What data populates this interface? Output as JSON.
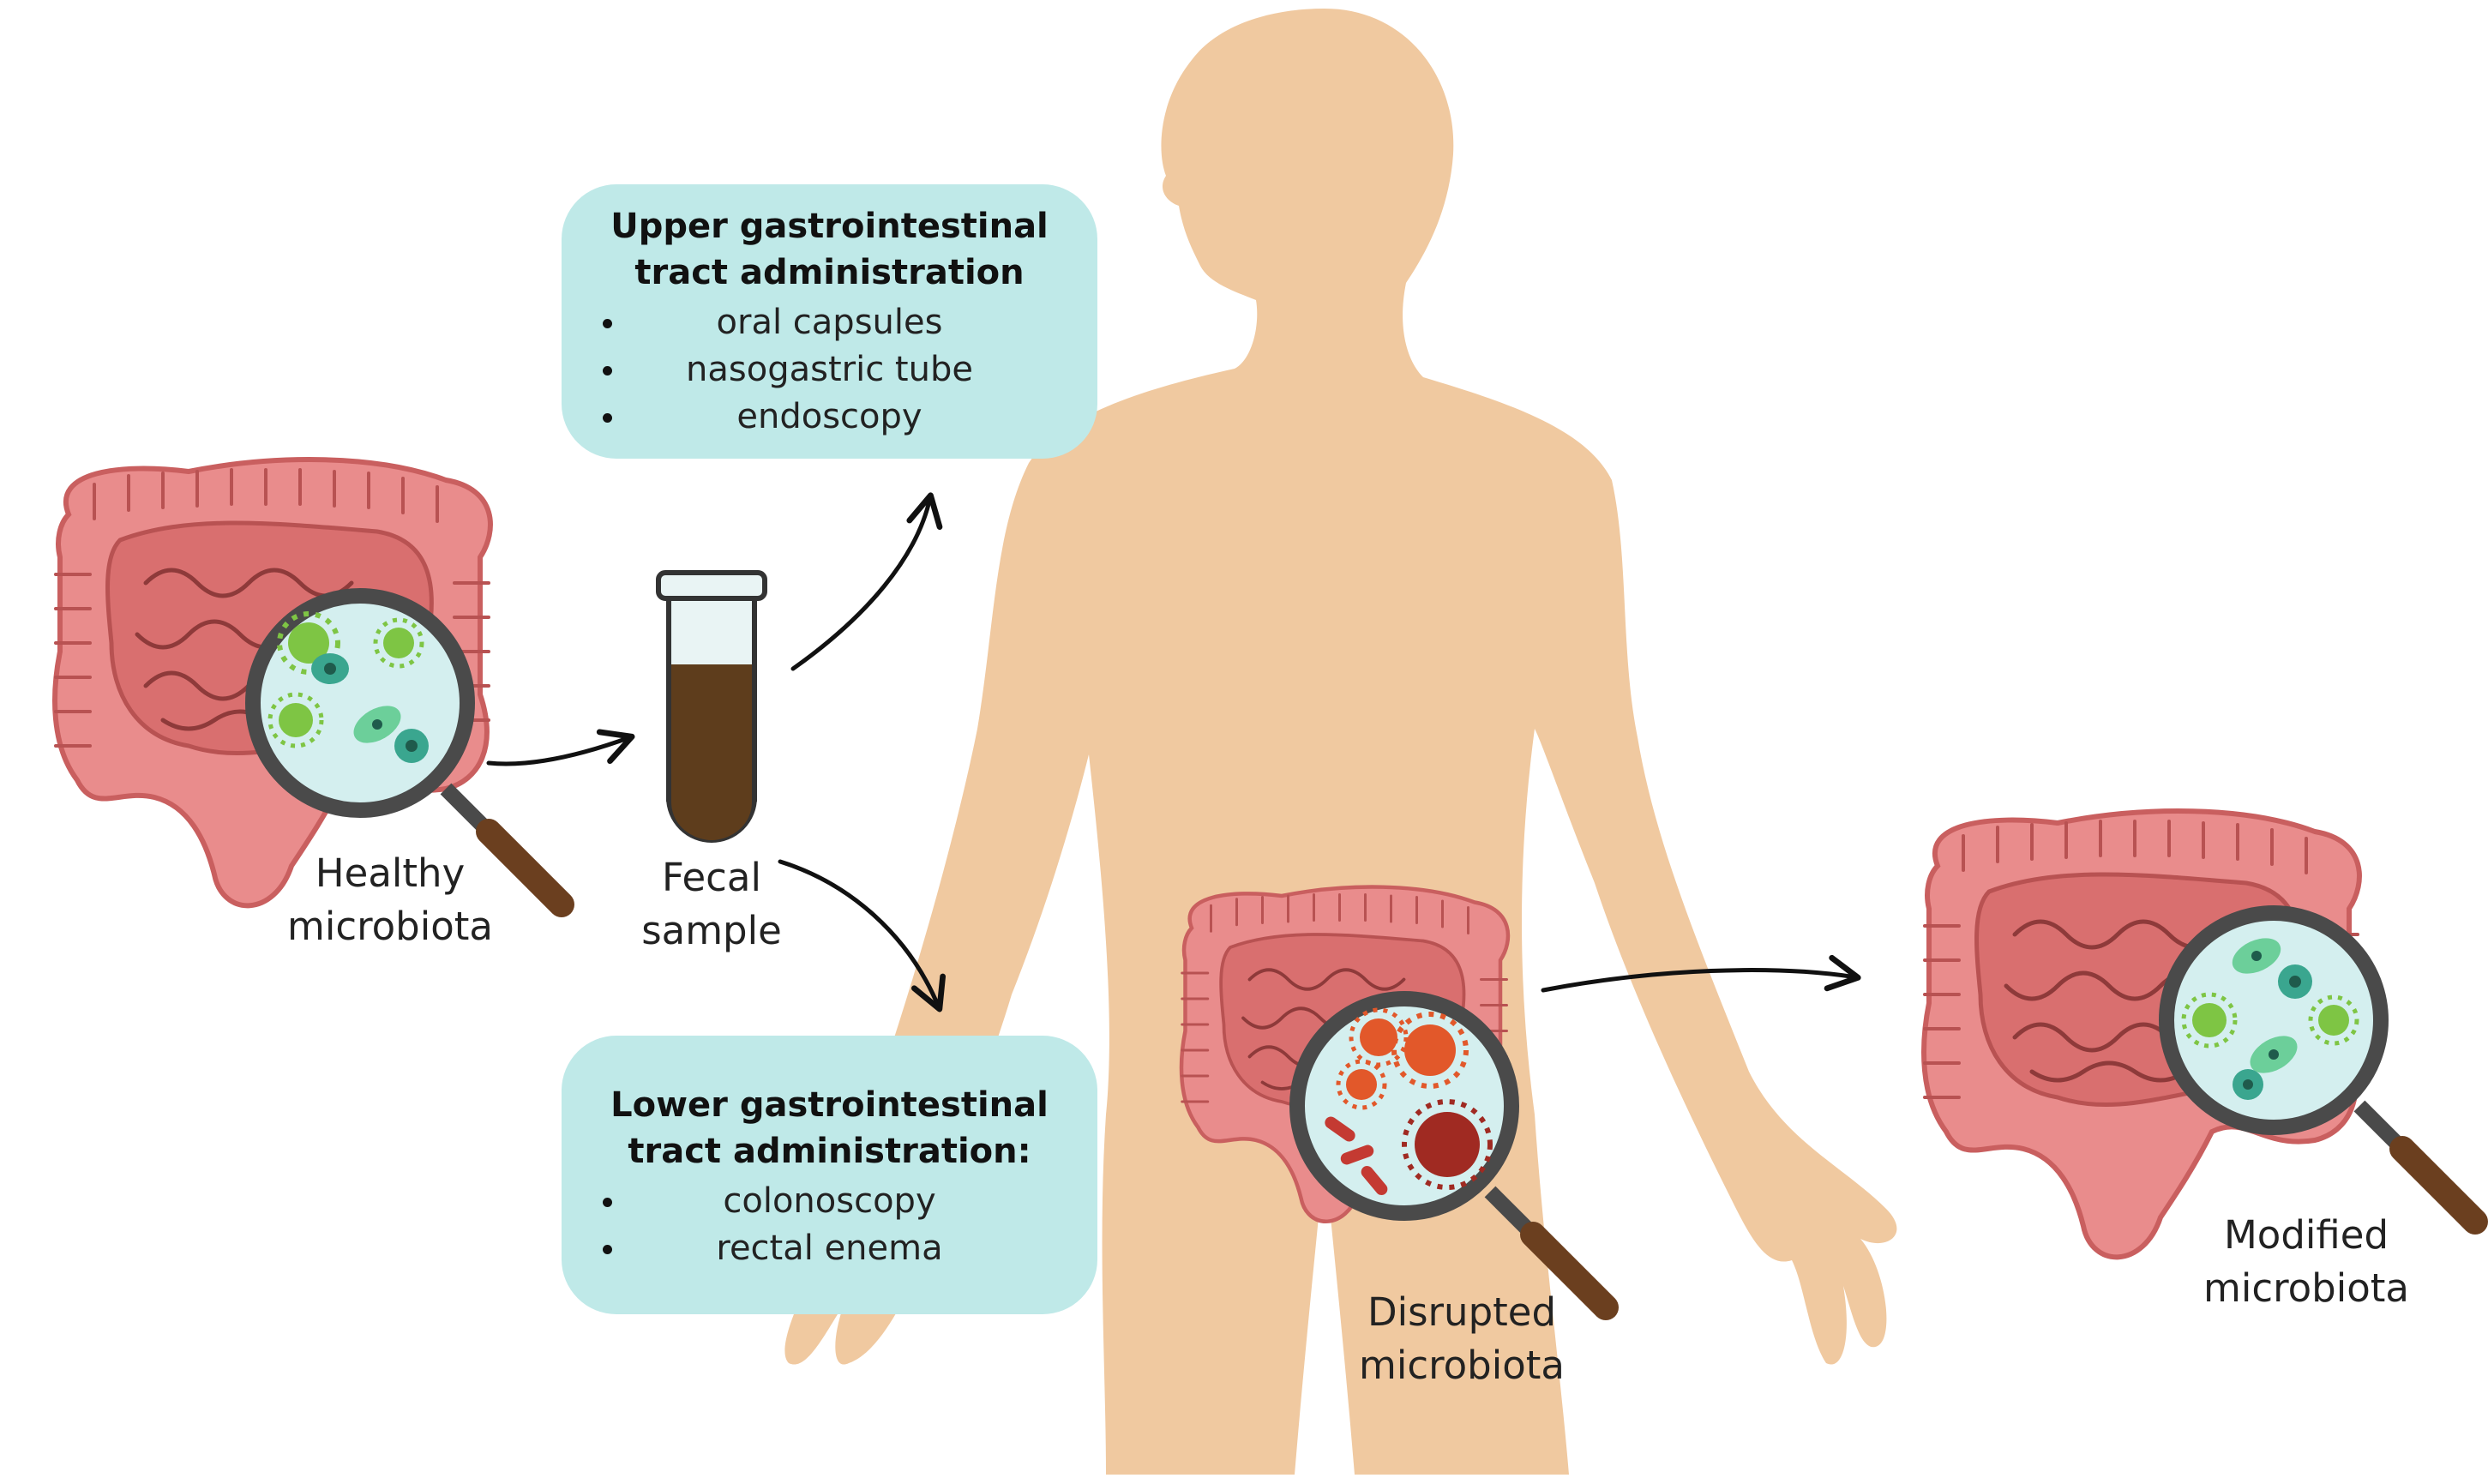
{
  "upper_box": {
    "title": "Upper gastrointestinal tract administration",
    "items": [
      "oral capsules",
      "nasogastric tube",
      "endoscopy"
    ]
  },
  "lower_box": {
    "title": "Lower gastrointestinal tract administration:",
    "items": [
      "colonoscopy",
      "rectal enema"
    ]
  },
  "labels": {
    "healthy": "Healthy microbiota",
    "fecal": "Fecal sample",
    "disrupted": "Disrupted microbiota",
    "modified": "Modified microbiota"
  },
  "colors": {
    "skin": "#f0c9a0",
    "intestine": "#e98c8c",
    "intestine_dark": "#c95f5f",
    "lens": "#d4efef",
    "box": "#bfe9e8",
    "stool": "#5e3d1c",
    "microbe_green": "#7ec544",
    "microbe_teal": "#3aa68f",
    "microbe_red": "#e2582a",
    "microbe_dark_red": "#a02a22"
  }
}
